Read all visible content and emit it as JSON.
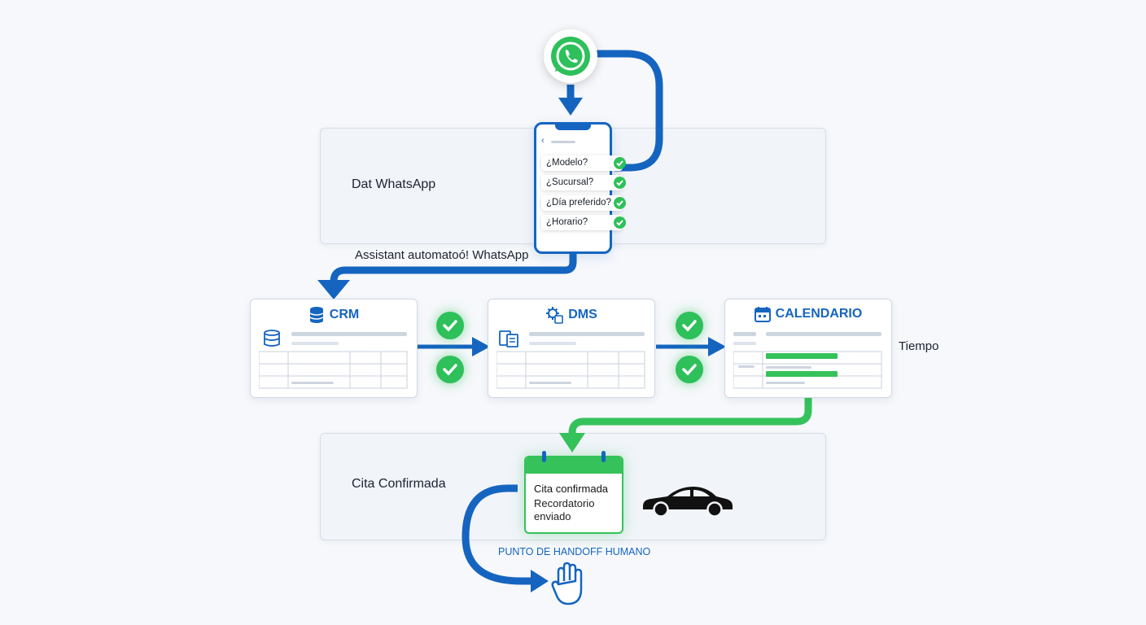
{
  "bands": [
    {
      "id": "whatsapp",
      "title": "Dat WhatsApp"
    },
    {
      "id": "cita",
      "title": "Cita Confirmada"
    }
  ],
  "assistant_label": "Assistant automatoó! WhatsApp",
  "chat_questions": [
    "¿Modelo?",
    "¿Sucursal?",
    "¿Día preferido?",
    "¿Horario?"
  ],
  "systems": [
    {
      "id": "crm",
      "title": "CRM",
      "icon": "database-icon"
    },
    {
      "id": "dms",
      "title": "DMS",
      "icon": "gear-document-icon"
    },
    {
      "id": "calendario",
      "title": "CALENDARIO",
      "icon": "calendar-icon"
    }
  ],
  "time_label": "Tiempo",
  "confirmation": {
    "line1": "Cita confirmada",
    "line2": "Recordatorio enviado"
  },
  "handoff_label": "PUNTO DE HANDOFF HUMANO",
  "icons": [
    "whatsapp-logo-icon",
    "car-icon",
    "hand-icon",
    "check-icon"
  ],
  "colors": {
    "primary_blue": "#1565c0",
    "success_green": "#2ec05a",
    "band_bg": "#f1f4f9"
  }
}
